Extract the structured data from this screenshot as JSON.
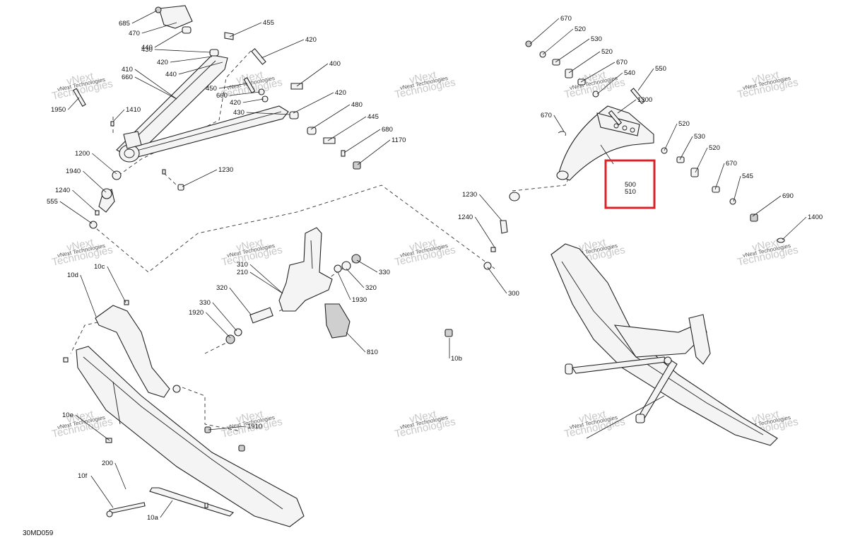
{
  "diagram": {
    "code": "30MD059",
    "watermark": {
      "line1": "vNext",
      "line2": "Technologies",
      "brand": "vNext Technologies"
    },
    "highlight_labels": [
      "500",
      "510"
    ],
    "labels": [
      "685",
      "470",
      "440",
      "455",
      "420",
      "430",
      "420",
      "440",
      "400",
      "410",
      "660",
      "450",
      "660",
      "420",
      "430",
      "420",
      "480",
      "445",
      "680",
      "1170",
      "1950",
      "1410",
      "1200",
      "1940",
      "1230",
      "1240",
      "555",
      "670",
      "520",
      "530",
      "520",
      "670",
      "540",
      "550",
      "1300",
      "670",
      "520",
      "530",
      "520",
      "670",
      "545",
      "690",
      "1400",
      "1230",
      "1240",
      "300",
      "310",
      "210",
      "320",
      "330",
      "1920",
      "330",
      "320",
      "1930",
      "810",
      "10b",
      "10c",
      "10d",
      "10e",
      "1910",
      "200",
      "10f",
      "10a"
    ]
  }
}
